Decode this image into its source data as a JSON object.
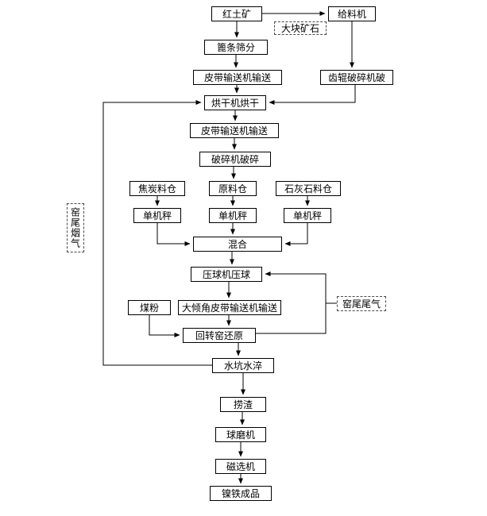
{
  "flowchart": {
    "description": "Laterite ore to nickel-iron rotary kiln reduction process flow",
    "nodes": {
      "laterite_ore": "红土矿",
      "feeder": "给料机",
      "large_ore_label": "大块矿石",
      "grate_screening": "篦条筛分",
      "belt_conveyor_1": "皮带输送机输送",
      "toothed_roll_crusher": "齿辊破碎机破",
      "dryer": "烘干机烘干",
      "belt_conveyor_2": "皮带输送机输送",
      "crusher": "破碎机破碎",
      "coke_silo": "焦炭料仓",
      "raw_material_silo": "原料仓",
      "limestone_silo": "石灰石料仓",
      "scale_1": "单机秤",
      "scale_2": "单机秤",
      "scale_3": "单机秤",
      "mixing": "混合",
      "ball_press": "压球机压球",
      "coal_powder": "煤粉",
      "inclined_belt_conveyor": "大倾角皮带输送机输送",
      "rotary_kiln": "回转窑还原",
      "water_quench": "水坑水淬",
      "slag_skimming": "捞渣",
      "ball_mill": "球磨机",
      "magnetic_separator": "磁选机",
      "nickel_iron_product": "镍铁成品",
      "kiln_flue_gas_label": "窑尾烟气",
      "kiln_tail_gas_label": "窑尾尾气"
    },
    "edges": [
      {
        "from": "红土矿",
        "to": "给料机",
        "label": "大块矿石"
      },
      {
        "from": "给料机",
        "to": "齿辊破碎机破"
      },
      {
        "from": "齿辊破碎机破",
        "to": "烘干机烘干"
      },
      {
        "from": "红土矿",
        "to": "篦条筛分"
      },
      {
        "from": "篦条筛分",
        "to": "皮带输送机输送"
      },
      {
        "from": "皮带输送机输送",
        "to": "烘干机烘干"
      },
      {
        "from": "烘干机烘干",
        "to": "皮带输送机输送"
      },
      {
        "from": "皮带输送机输送",
        "to": "破碎机破碎"
      },
      {
        "from": "破碎机破碎",
        "to": "原料仓"
      },
      {
        "from": "焦炭料仓",
        "to": "单机秤"
      },
      {
        "from": "原料仓",
        "to": "单机秤"
      },
      {
        "from": "石灰石料仓",
        "to": "单机秤"
      },
      {
        "from": "单机秤(焦炭)",
        "to": "混合"
      },
      {
        "from": "单机秤(原料)",
        "to": "混合"
      },
      {
        "from": "单机秤(石灰石)",
        "to": "混合"
      },
      {
        "from": "混合",
        "to": "压球机压球"
      },
      {
        "from": "压球机压球",
        "to": "大倾角皮带输送机输送"
      },
      {
        "from": "大倾角皮带输送机输送",
        "to": "回转窑还原"
      },
      {
        "from": "煤粉",
        "to": "回转窑还原"
      },
      {
        "from": "回转窑还原",
        "to": "水坑水淬"
      },
      {
        "from": "回转窑还原",
        "to": "压球机压球",
        "label": "窑尾尾气"
      },
      {
        "from": "水坑水淬",
        "to": "烘干机烘干",
        "label": "窑尾烟气"
      },
      {
        "from": "水坑水淬",
        "to": "捞渣"
      },
      {
        "from": "捞渣",
        "to": "球磨机"
      },
      {
        "from": "球磨机",
        "to": "磁选机"
      },
      {
        "from": "磁选机",
        "to": "镍铁成品"
      }
    ],
    "colors": {
      "line": "#000000",
      "box_border": "#000000",
      "box_fill": "#ffffff",
      "background": "#ffffff",
      "dashed_border": "#4a4a4a"
    }
  }
}
